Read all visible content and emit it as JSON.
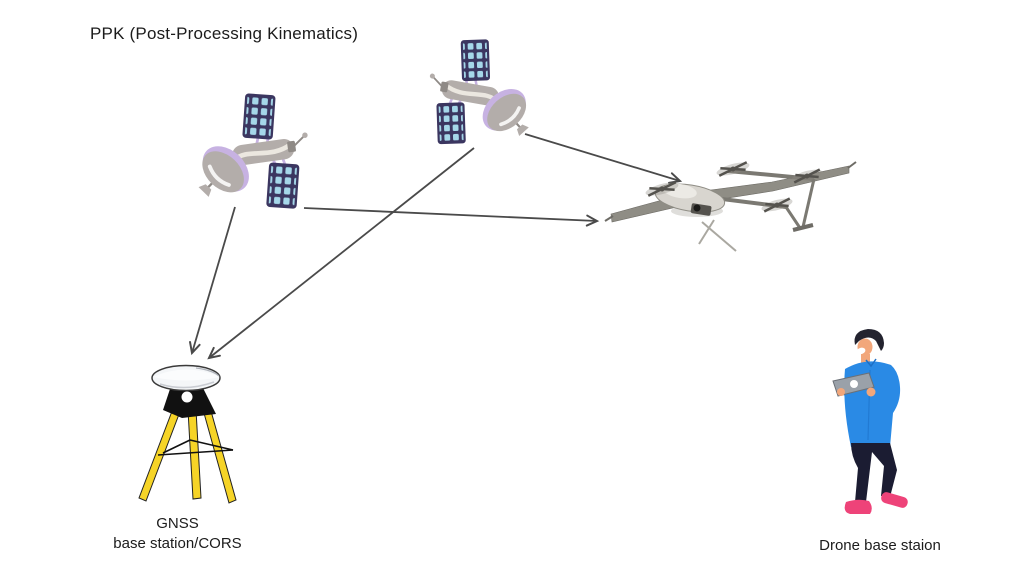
{
  "title": {
    "text": "PPK (Post-Processing Kinematics)"
  },
  "labels": {
    "gnss_station": {
      "line1": "GNSS",
      "line2": "base station/CORS"
    },
    "drone_station": {
      "text": "Drone base staion"
    }
  },
  "diagram": {
    "type": "illustration",
    "description": "PPK workflow: two GNSS satellites send signals to a tripod GNSS base station/CORS and to a fixed-wing VTOL survey drone; an operator with a tablet is the drone base station",
    "nodes": [
      {
        "id": "satellite-1",
        "kind": "gnss-satellite"
      },
      {
        "id": "satellite-2",
        "kind": "gnss-satellite"
      },
      {
        "id": "drone",
        "kind": "vtol-fixed-wing-drone"
      },
      {
        "id": "gnss-base-station",
        "kind": "tripod-gnss-receiver",
        "label": "GNSS base station/CORS"
      },
      {
        "id": "drone-base-station",
        "kind": "operator-with-tablet",
        "label": "Drone base staion"
      }
    ],
    "connections": [
      {
        "from": "satellite-1",
        "to": "gnss-base-station"
      },
      {
        "from": "satellite-2",
        "to": "gnss-base-station"
      },
      {
        "from": "satellite-1",
        "to": "drone"
      },
      {
        "from": "satellite-2",
        "to": "drone"
      }
    ]
  },
  "colors": {
    "background": "#ffffff",
    "text": "#1b1b1b",
    "arrow": "#4a4a4a",
    "satellite_panel_frame": "#3b3660",
    "satellite_panel_cell": "#a5d7e9",
    "satellite_body": "#b3adaa",
    "satellite_body_stripe": "#ebe7e0",
    "satellite_lavender": "#c7b2e2",
    "satellite_metal": "#8f8a86",
    "tripod_yellow": "#f6d427",
    "tripod_dark": "#111111",
    "antenna_disc": "#f4f6f8",
    "drone_gray": "#8f8d85",
    "drone_light": "#d8d5cf",
    "drone_dark": "#55534e",
    "jacket_blue": "#2a8ae5",
    "pants_navy": "#1b1c32",
    "shoes_pink": "#ee4379",
    "skin": "#f2a77b",
    "hair_dark": "#23232f",
    "tablet_gray": "#9aa1a9"
  }
}
